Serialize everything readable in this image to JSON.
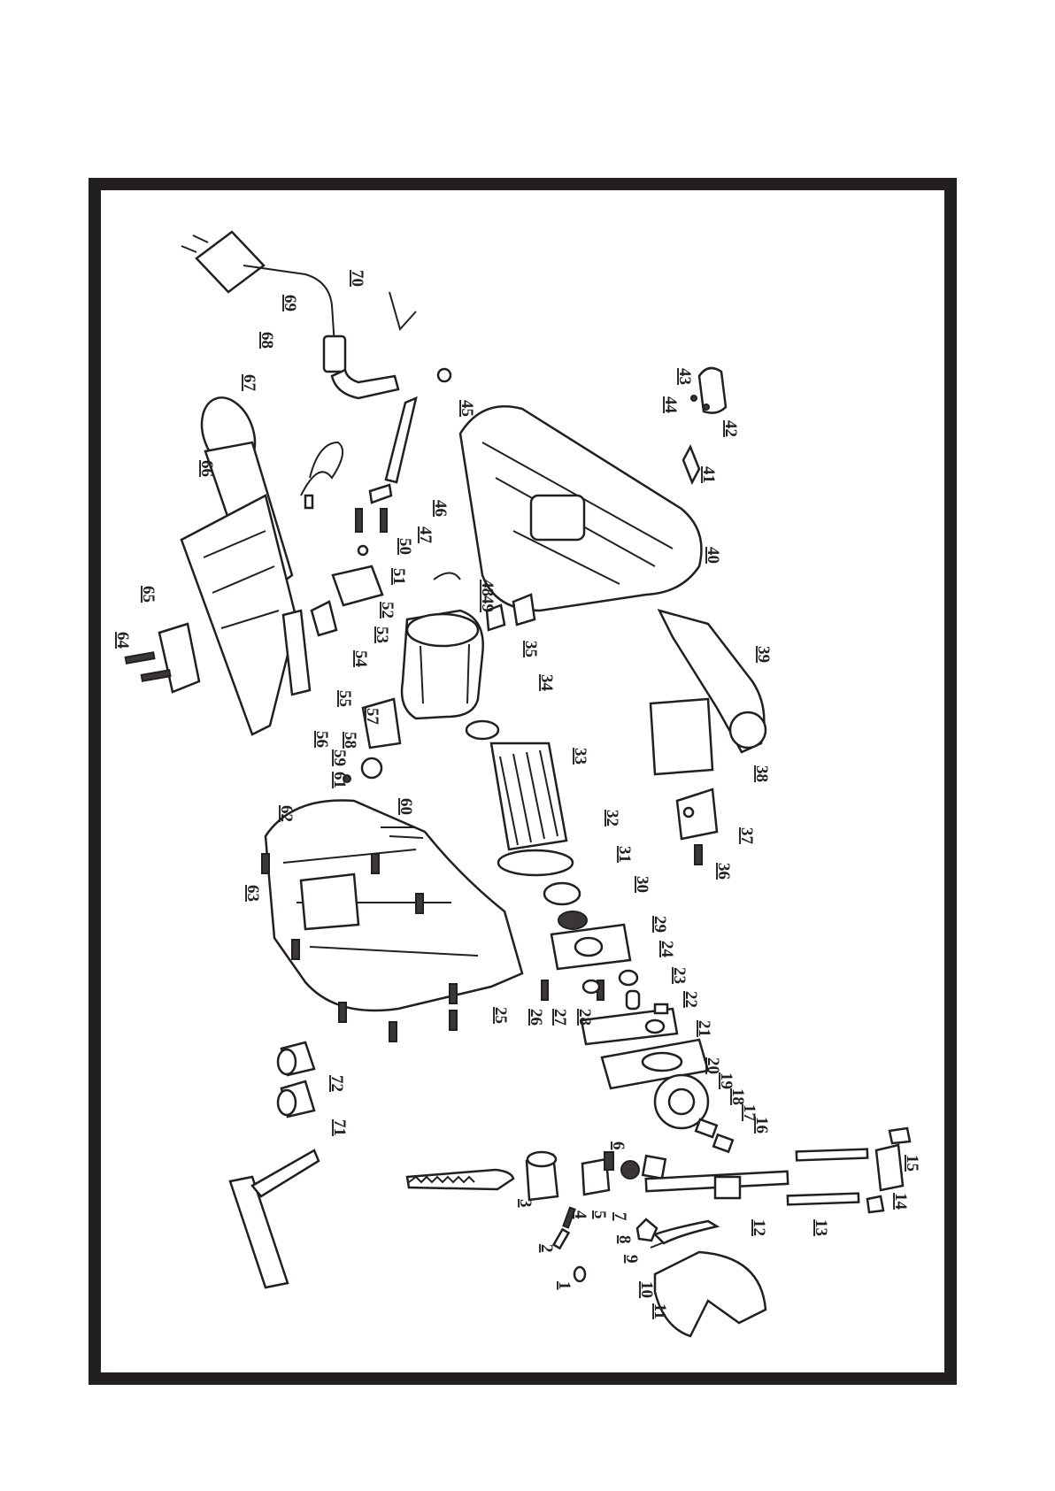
{
  "diagram": {
    "kind": "exploded-parts-view",
    "orientation": "rotated-90",
    "labels": [
      "1",
      "2",
      "3",
      "4",
      "5",
      "6",
      "7",
      "8",
      "9",
      "10",
      "11",
      "12",
      "13",
      "14",
      "15",
      "16",
      "17",
      "18",
      "19",
      "20",
      "21",
      "22",
      "23",
      "24",
      "25",
      "26",
      "27",
      "28",
      "29",
      "30",
      "31",
      "32",
      "33",
      "34",
      "35",
      "36",
      "37",
      "38",
      "39",
      "40",
      "41",
      "42",
      "43",
      "44",
      "45",
      "46",
      "47",
      "48",
      "49",
      "50",
      "51",
      "52",
      "53",
      "54",
      "55",
      "56",
      "57",
      "58",
      "59",
      "60",
      "61",
      "62",
      "63",
      "64",
      "65",
      "66",
      "67",
      "68",
      "69",
      "70",
      "71",
      "72"
    ],
    "colors": {
      "ink": "#231f20",
      "paper": "#ffffff"
    }
  }
}
